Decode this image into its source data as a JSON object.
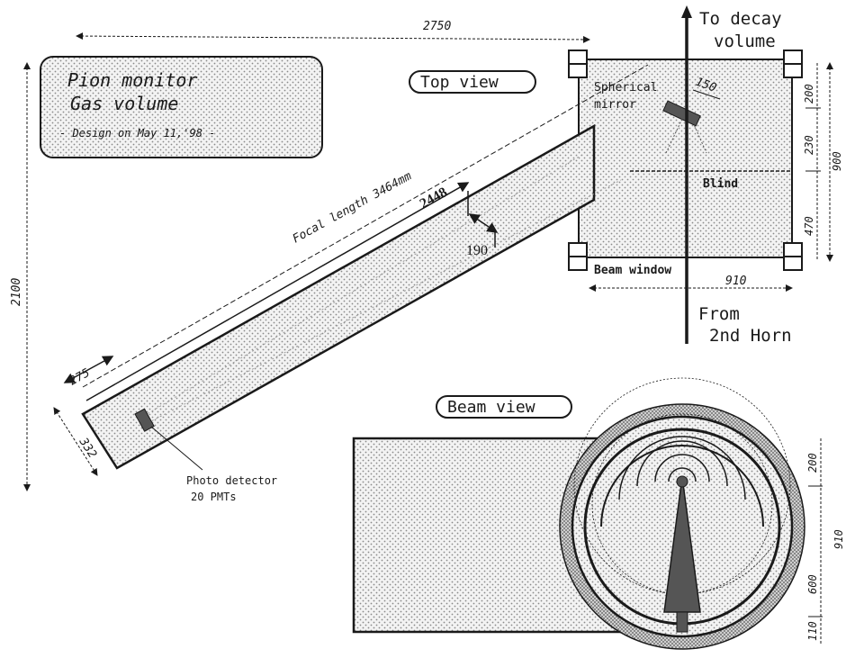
{
  "title_box": {
    "line1": "Pion monitor",
    "line2": "Gas volume",
    "line3": "- Design on May 11,'98 -"
  },
  "views": {
    "top": "Top view",
    "beam": "Beam view"
  },
  "beam_labels": {
    "to_decay_1": "To decay",
    "to_decay_2": "volume",
    "from_1": "From",
    "from_2": "2nd Horn"
  },
  "components": {
    "spherical_mirror_1": "Spherical",
    "spherical_mirror_2": "mirror",
    "blind": "Blind",
    "beam_window": "Beam window",
    "photo_detector_1": "Photo detector",
    "photo_detector_2": "20 PMTs",
    "focal_length": "Focal length  3464mm"
  },
  "dimensions": {
    "overall_width": "2750",
    "overall_height": "2100",
    "mirror_size": "150",
    "arm_length": "2448",
    "arm_width": "190",
    "start_offset": "275",
    "end_width": "332",
    "box_width": "910",
    "box_h1": "200",
    "box_h2": "230",
    "box_h3": "470",
    "box_total": "900",
    "beam_200": "200",
    "beam_600": "600",
    "beam_110": "110",
    "beam_910": "910"
  },
  "colors": {
    "ink": "#1a1a1a",
    "fill": "#e6e6e6",
    "dark": "#444444"
  }
}
